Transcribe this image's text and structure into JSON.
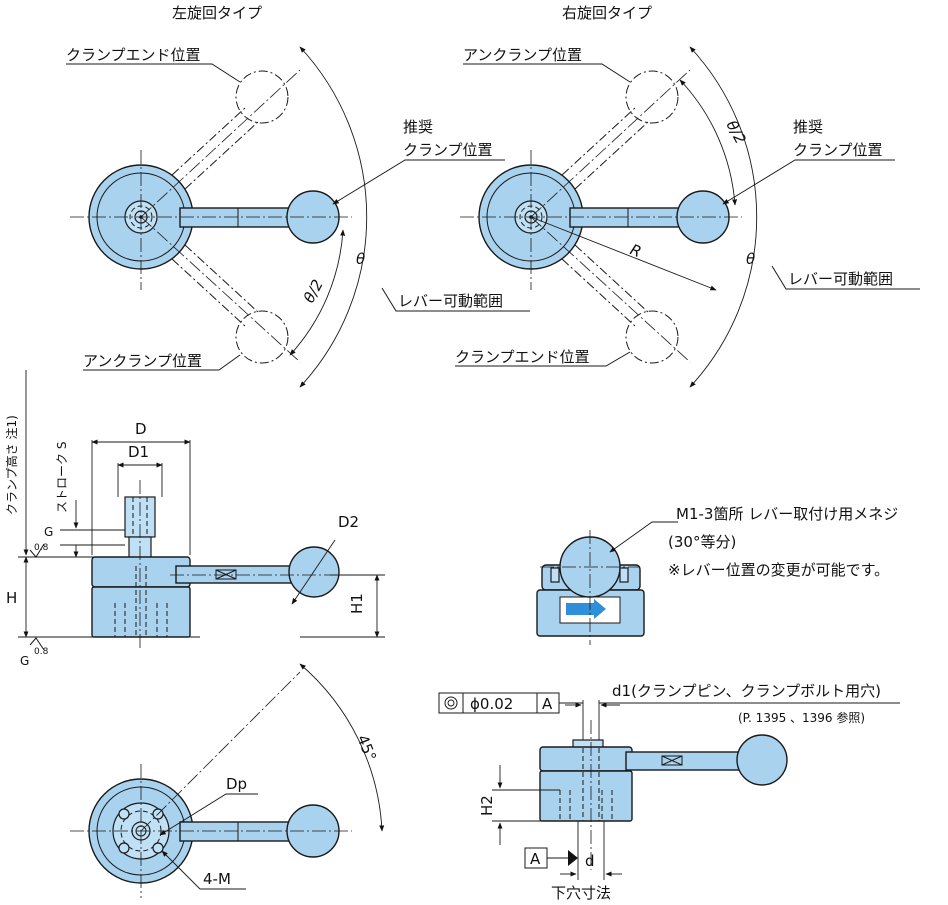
{
  "top_left": {
    "title": "左旋回タイプ",
    "clamp_end": "クランプエンド位置",
    "recommended_line1": "推奨",
    "recommended_line2": "クランプ位置",
    "lever_range": "レバー可動範囲",
    "unclamp": "アンクランプ位置",
    "theta": "θ",
    "theta_half": "θ/2"
  },
  "top_right": {
    "title": "右旋回タイプ",
    "unclamp": "アンクランプ位置",
    "recommended_line1": "推奨",
    "recommended_line2": "クランプ位置",
    "lever_range": "レバー可動範囲",
    "clamp_end": "クランプエンド位置",
    "theta": "θ",
    "theta_half": "θ/2",
    "radius": "R"
  },
  "side_view": {
    "clamp_height": "クランプ高さ 注1)",
    "stroke": "ストローク S",
    "D": "D",
    "D1": "D1",
    "D2": "D2",
    "H": "H",
    "H1": "H1",
    "G": "G",
    "roughness": "0.8"
  },
  "lever_view": {
    "note_line1": "M1-3箇所 レバー取付け用メネジ",
    "note_line2": "(30°等分)",
    "note_line3": "※レバー位置の変更が可能です。"
  },
  "bottom_view": {
    "Dp": "Dp",
    "four_M": "4-M",
    "angle": "45°"
  },
  "hole_view": {
    "tolerance_value": "ϕ0.02",
    "datum": "A",
    "d1_note": "d1(クランプピン、クランプボルト用穴)",
    "reference": "(P. 1395 、1396 参照)",
    "H2": "H2",
    "d": "d",
    "datum_box": "A",
    "caption": "下穴寸法"
  }
}
